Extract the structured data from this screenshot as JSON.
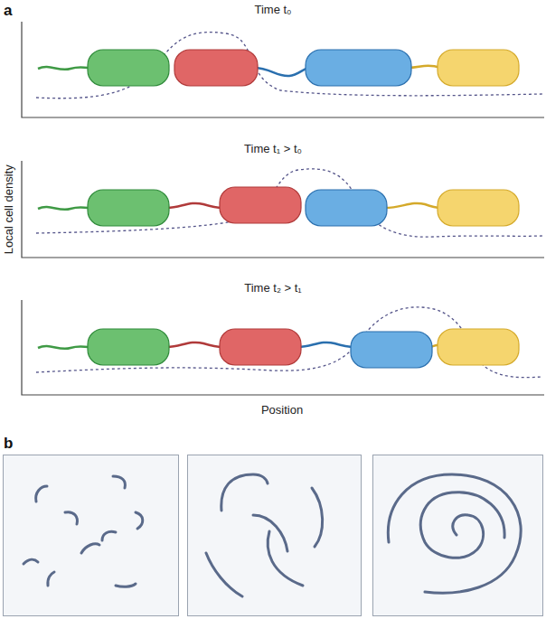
{
  "diagram": {
    "labels": [
      "a",
      "Time t₀",
      "Time t₁ > t₀",
      "Time t₂ > t₁",
      "Local cell density",
      "Position",
      "b"
    ]
  }
}
